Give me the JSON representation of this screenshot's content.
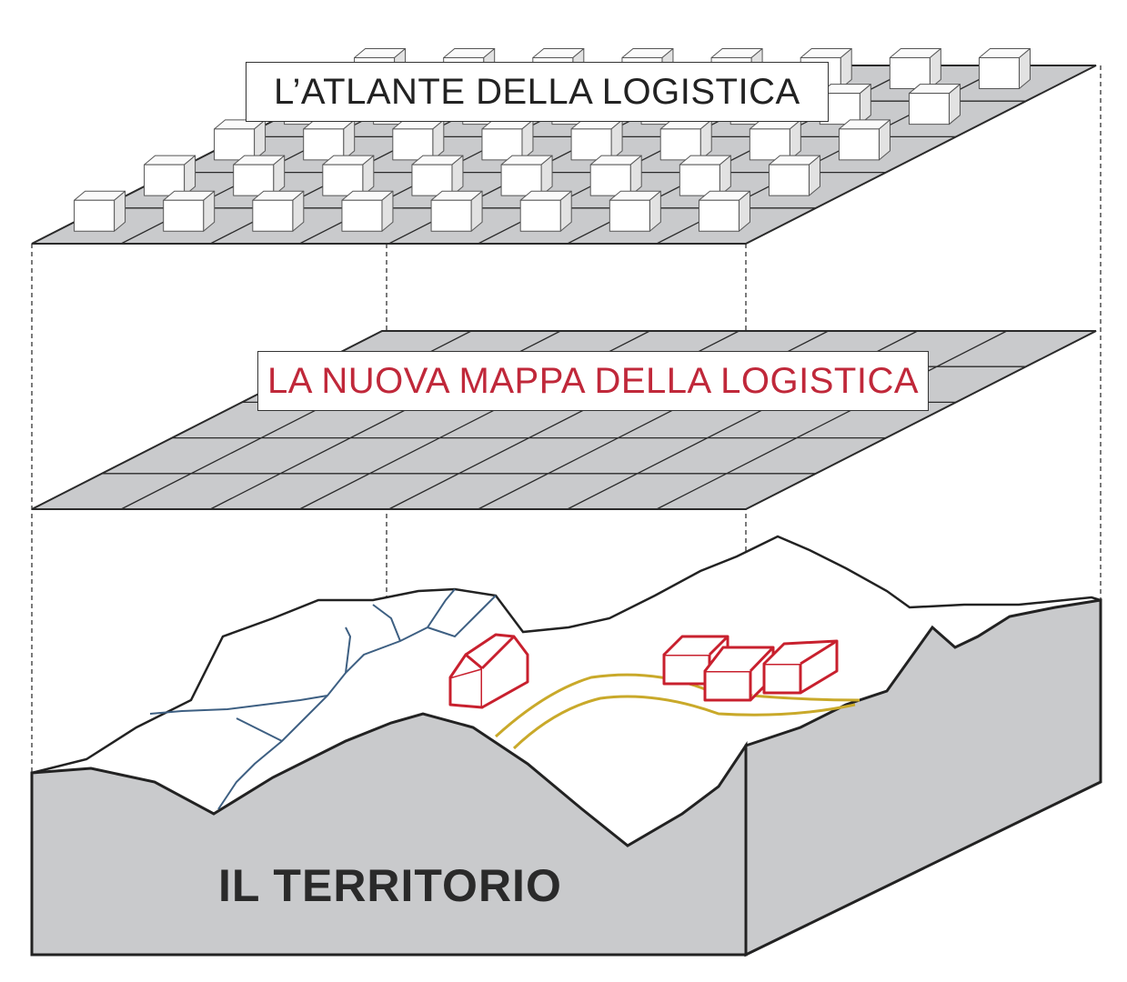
{
  "layers": {
    "top": {
      "title": "L’ATLANTE DELLA LOGISTICA"
    },
    "middle": {
      "title": "LA NUOVA MAPPA DELLA LOGISTICA"
    },
    "bottom": {
      "title": "IL TERRITORIO"
    }
  },
  "colors": {
    "plane_fill": "#c9cacc",
    "grid_line": "#2a2a2a",
    "map_title": "#c0283a",
    "buildings": "#c8202e",
    "road": "#c9a92a",
    "river": "#3d5f82"
  }
}
